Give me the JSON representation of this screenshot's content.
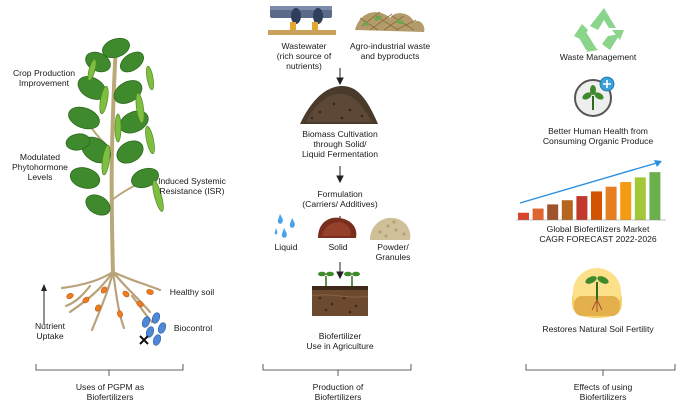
{
  "left": {
    "labels": {
      "crop_line1": "Crop Production",
      "crop_line2": "Improvement",
      "phyto_line1": "Modulated",
      "phyto_line2": "Phytohormone",
      "phyto_line3": "Levels",
      "isr_line1": "Induced Systemic",
      "isr_line2": "Resistance (ISR)",
      "soil": "Healthy soil",
      "nutrient_line1": "Nutrient",
      "nutrient_line2": "Uptake",
      "biocontrol": "Biocontrol"
    },
    "caption_line1": "Uses of PGPM as",
    "caption_line2": "Biofertilizers"
  },
  "middle": {
    "wastewater_line1": "Wastewater",
    "wastewater_line2": "(rich source of",
    "wastewater_line3": "nutrients)",
    "agro_line1": "Agro-industrial waste",
    "agro_line2": "and byproducts",
    "biomass_line1": "Biomass Cultivation",
    "biomass_line2": "through Solid/",
    "biomass_line3": "Liquid Fermentation",
    "formulation_line1": "Formulation",
    "formulation_line2": "(Carriers/ Additives)",
    "liquid": "Liquid",
    "solid": "Solid",
    "powder_line1": "Powder/",
    "powder_line2": "Granules",
    "biofert_line1": "Biofertilizer",
    "biofert_line2": "Use in Agriculture",
    "caption_line1": "Production of",
    "caption_line2": "Biofertilizers"
  },
  "right": {
    "waste": "Waste Management",
    "health_line1": "Better Human Health from",
    "health_line2": "Consuming  Organic Produce",
    "market_line1": "Global Biofertilizers Market",
    "market_line2": "CAGR FORECAST 2022-2026",
    "soil": "Restores Natural Soil Fertility",
    "caption_line1": "Effects of using",
    "caption_line2": "Biofertilizers",
    "market_bars": [
      0.14,
      0.22,
      0.3,
      0.38,
      0.46,
      0.55,
      0.64,
      0.73,
      0.82,
      0.92
    ],
    "bar_colors": [
      "#d9442b",
      "#e0642e",
      "#a0522d",
      "#b5651d",
      "#c0392b",
      "#d35400",
      "#e67e22",
      "#f39c12",
      "#a4c639",
      "#6ab04c"
    ]
  },
  "colors": {
    "leaf": "#3f8a2c",
    "leaf_dark": "#2c6a1e",
    "stem": "#b9a878",
    "recycle": "#8bd48b",
    "arrow": "#222222"
  }
}
